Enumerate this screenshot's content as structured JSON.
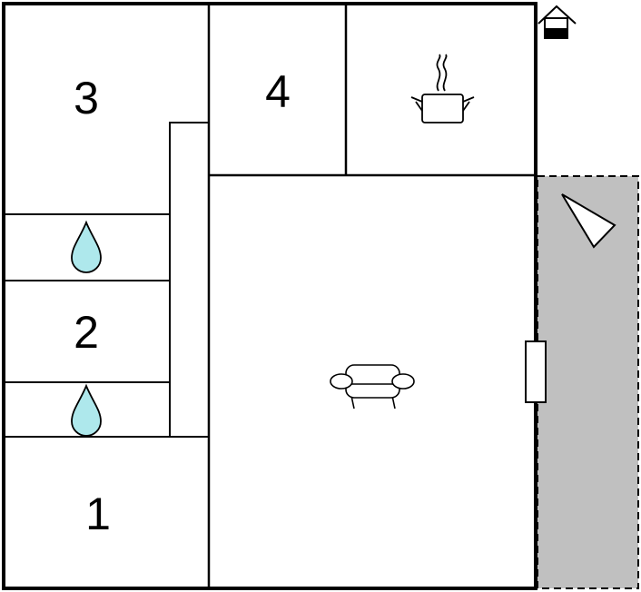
{
  "floorplan": {
    "rooms": [
      {
        "id": "bedroom-3",
        "number": "3"
      },
      {
        "id": "bedroom-4",
        "number": "4"
      },
      {
        "id": "bedroom-2",
        "number": "2"
      },
      {
        "id": "bedroom-1",
        "number": "1"
      },
      {
        "id": "kitchen",
        "icon": "cooking-pot-icon"
      },
      {
        "id": "living-room",
        "icon": "sofa-icon"
      },
      {
        "id": "bathroom-upper",
        "icon": "water-drop-icon"
      },
      {
        "id": "bathroom-lower",
        "icon": "water-drop-icon"
      },
      {
        "id": "terrace",
        "icon": "terrace-corner-icon"
      }
    ],
    "entrance_icon": "house-entrance-icon",
    "colors": {
      "walls": "#000000",
      "background": "#ffffff",
      "terrace": "#c0c0c0",
      "water": "#aee8ec"
    }
  }
}
